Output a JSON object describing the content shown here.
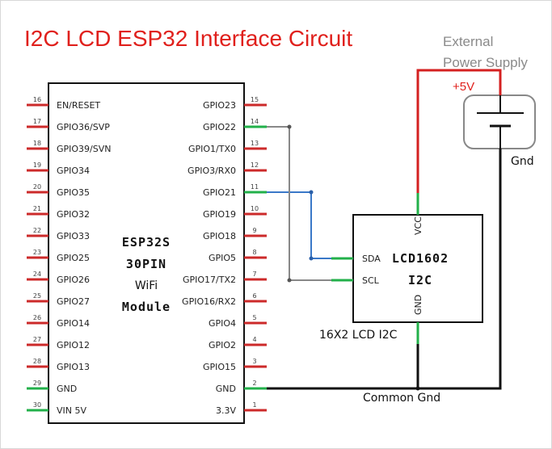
{
  "title": "I2C LCD ESP32 Interface Circuit",
  "power_supply": {
    "label_line1": "External",
    "label_line2": "Power Supply",
    "plus_label": "+5V",
    "gnd_label": "Gnd"
  },
  "esp32": {
    "name_line1": "ESP32S",
    "name_line2": "30PIN",
    "name_line3": "WiFi",
    "name_line4": "Module",
    "left_pins": [
      {
        "num": "16",
        "label": "EN/RESET"
      },
      {
        "num": "17",
        "label": "GPIO36/SVP"
      },
      {
        "num": "18",
        "label": "GPIO39/SVN"
      },
      {
        "num": "19",
        "label": "GPIO34"
      },
      {
        "num": "20",
        "label": "GPIO35"
      },
      {
        "num": "21",
        "label": "GPIO32"
      },
      {
        "num": "22",
        "label": "GPIO33"
      },
      {
        "num": "23",
        "label": "GPIO25"
      },
      {
        "num": "24",
        "label": "GPIO26"
      },
      {
        "num": "25",
        "label": "GPIO27"
      },
      {
        "num": "26",
        "label": "GPIO14"
      },
      {
        "num": "27",
        "label": "GPIO12"
      },
      {
        "num": "28",
        "label": "GPIO13"
      },
      {
        "num": "29",
        "label": "GND"
      },
      {
        "num": "30",
        "label": "VIN 5V"
      }
    ],
    "right_pins": [
      {
        "num": "15",
        "label": "GPIO23"
      },
      {
        "num": "14",
        "label": "GPIO22"
      },
      {
        "num": "13",
        "label": "GPIO1/TX0"
      },
      {
        "num": "12",
        "label": "GPIO3/RX0"
      },
      {
        "num": "11",
        "label": "GPIO21"
      },
      {
        "num": "10",
        "label": "GPIO19"
      },
      {
        "num": "9",
        "label": "GPIO18"
      },
      {
        "num": "8",
        "label": "GPIO5"
      },
      {
        "num": "7",
        "label": "GPIO17/TX2"
      },
      {
        "num": "6",
        "label": "GPIO16/RX2"
      },
      {
        "num": "5",
        "label": "GPIO4"
      },
      {
        "num": "4",
        "label": "GPIO2"
      },
      {
        "num": "3",
        "label": "GPIO15"
      },
      {
        "num": "2",
        "label": "GND"
      },
      {
        "num": "1",
        "label": "3.3V"
      }
    ]
  },
  "lcd": {
    "name_line1": "LCD1602",
    "name_line2": "I2C",
    "pin_vcc": "VCC",
    "pin_sda": "SDA",
    "pin_scl": "SCL",
    "pin_gnd": "GND",
    "caption": "16X2 LCD I2C"
  },
  "common_gnd_label": "Common Gnd",
  "colors": {
    "title": "#e0201c",
    "vcc_wire": "#d42020",
    "sda_wire": "#3a78c8",
    "scl_wire": "#888888",
    "gnd_wire": "#111111",
    "pin_red": "#cc2a2a",
    "pin_green": "#22b04a"
  }
}
